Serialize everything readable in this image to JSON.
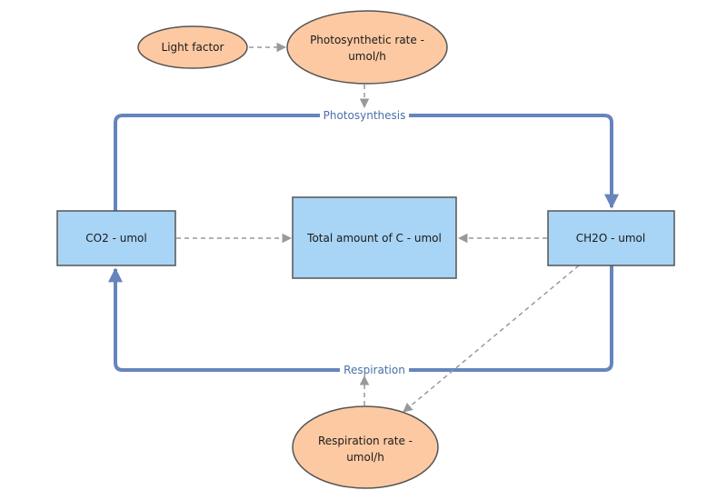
{
  "nodes": {
    "light_factor": "Light factor",
    "photosynthetic_rate": [
      "Photosynthetic rate -",
      "umol/h"
    ],
    "co2": "CO2 - umol",
    "total_c": "Total amount of C - umol",
    "ch2o": "CH2O - umol",
    "respiration_rate": [
      "Respiration rate -",
      "umol/h"
    ]
  },
  "flows": {
    "photosynthesis": "Photosynthesis",
    "respiration": "Respiration"
  },
  "colors": {
    "stock_fill": "#a8d4f5",
    "stock_stroke": "#555555",
    "variable_fill": "#fdc9a3",
    "variable_stroke": "#555555",
    "flow": "#6685bd",
    "link": "#999999",
    "flow_label": "#4a6fa8"
  }
}
